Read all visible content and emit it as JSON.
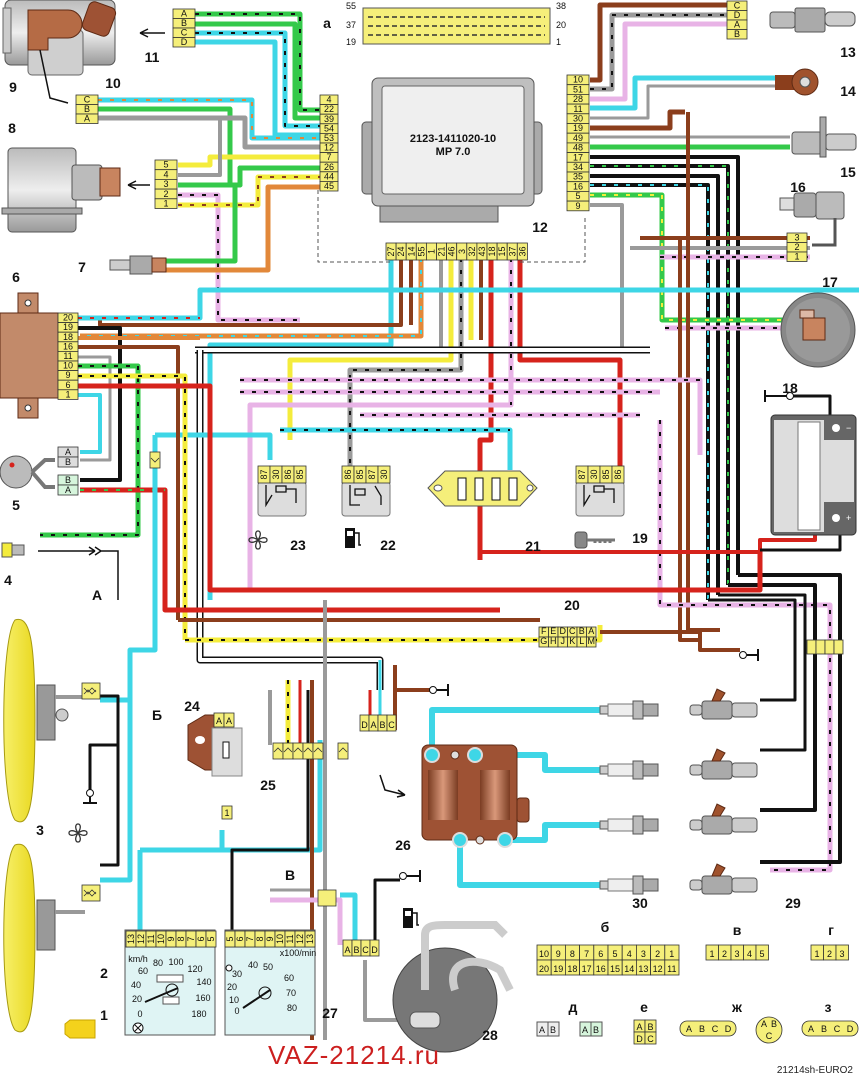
{
  "title": "VAZ-21214 engine management wiring diagram (MP 7.0, EURO2)",
  "watermark": "VAZ-21214.ru",
  "diagram_code": "21214sh-EURO2",
  "ecu": {
    "part_number": "2123-1411020-10",
    "model": "MP 7.0",
    "label": "12",
    "connector_view_label": "а",
    "connector_view_pins": {
      "top_left": "55",
      "top_right": "38",
      "mid_left": "37",
      "mid_right": "20",
      "bot_left": "19",
      "bot_right": "1"
    },
    "left_pins": [
      "4",
      "22",
      "39",
      "54",
      "53",
      "12",
      "7",
      "26",
      "44",
      "45"
    ],
    "bottom_pins": [
      "27",
      "24",
      "14",
      "55",
      "1",
      "21",
      "46",
      "3",
      "32",
      "43",
      "18",
      "15",
      "37",
      "36"
    ],
    "right_pins": [
      "10",
      "51",
      "28",
      "11",
      "30",
      "19",
      "49",
      "48",
      "17",
      "34",
      "35",
      "16",
      "5",
      "9"
    ]
  },
  "components": [
    {
      "id": "1",
      "name": "check engine lamp"
    },
    {
      "id": "2",
      "name": "speedometer"
    },
    {
      "id": "3",
      "name": "radiator fan motors"
    },
    {
      "id": "4",
      "name": "coolant temperature sensor"
    },
    {
      "id": "5",
      "name": "speed sensor"
    },
    {
      "id": "6",
      "name": "immobilizer control unit"
    },
    {
      "id": "7",
      "name": "oxygen sensor"
    },
    {
      "id": "8",
      "name": "mass air flow sensor"
    },
    {
      "id": "9",
      "name": "throttle body"
    },
    {
      "id": "10",
      "name": "throttle position sensor connector"
    },
    {
      "id": "11",
      "name": "idle air control connector"
    },
    {
      "id": "12",
      "name": "ECU"
    },
    {
      "id": "13",
      "name": "oxygen sensor (downstream)"
    },
    {
      "id": "14",
      "name": "knock sensor"
    },
    {
      "id": "15",
      "name": "crankshaft position sensor"
    },
    {
      "id": "16",
      "name": "phase sensor"
    },
    {
      "id": "17",
      "name": "canister purge valve"
    },
    {
      "id": "18",
      "name": "battery"
    },
    {
      "id": "19",
      "name": "main relay"
    },
    {
      "id": "20",
      "name": "diagnostic connector"
    },
    {
      "id": "21",
      "name": "fuse block"
    },
    {
      "id": "22",
      "name": "fuel pump relay"
    },
    {
      "id": "23",
      "name": "fan relay"
    },
    {
      "id": "24",
      "name": "ignition relay / fuse"
    },
    {
      "id": "25",
      "name": "connector block"
    },
    {
      "id": "26",
      "name": "ignition coil"
    },
    {
      "id": "27",
      "name": "tachometer"
    },
    {
      "id": "28",
      "name": "fuel pump module"
    },
    {
      "id": "29",
      "name": "fuel injectors"
    },
    {
      "id": "30",
      "name": "spark plugs"
    }
  ],
  "connectors": {
    "c11": [
      "A",
      "B",
      "C",
      "D"
    ],
    "c10": [
      "C",
      "B",
      "A"
    ],
    "c8": [
      "5",
      "4",
      "3",
      "2",
      "1"
    ],
    "c6": [
      "20",
      "19",
      "18",
      "16",
      "11",
      "10",
      "9",
      "6",
      "1"
    ],
    "c5a": [
      "A",
      "B"
    ],
    "c5b": [
      "B",
      "A"
    ],
    "c13": [
      "C",
      "D",
      "A",
      "B"
    ],
    "c16": [
      "3",
      "2",
      "1"
    ],
    "relay23": [
      "87",
      "30",
      "86",
      "85"
    ],
    "relay22": [
      "86",
      "85",
      "87",
      "30"
    ],
    "relay19": [
      "87",
      "30",
      "85",
      "86"
    ],
    "diag20_top": [
      "F",
      "E",
      "D",
      "C",
      "B",
      "A"
    ],
    "diag20_bot": [
      "G",
      "H",
      "J",
      "K",
      "L",
      "M"
    ],
    "c24": [
      "A",
      "A"
    ],
    "c24_bottom": "1",
    "c26": [
      "D",
      "A",
      "B",
      "C"
    ],
    "c28": [
      "A",
      "B",
      "C",
      "D"
    ],
    "cluster_left_pins": [
      "13",
      "12",
      "11",
      "10",
      "9",
      "8",
      "7",
      "6",
      "5"
    ],
    "cluster_right_pins": [
      "5",
      "6",
      "7",
      "8",
      "9",
      "10",
      "11",
      "12",
      "13"
    ]
  },
  "wire_labels": {
    "A": "А",
    "B": "Б",
    "V": "В"
  },
  "speedometer": {
    "unit": "km/h",
    "ticks": [
      "0",
      "20",
      "40",
      "60",
      "80",
      "100",
      "120",
      "140",
      "160",
      "180"
    ]
  },
  "tachometer": {
    "unit": "x100/min",
    "ticks": [
      "0",
      "10",
      "20",
      "30",
      "40",
      "50",
      "60",
      "70",
      "80"
    ]
  },
  "legend": {
    "b": {
      "label": "б",
      "row1": [
        "10",
        "9",
        "8",
        "7",
        "6",
        "5",
        "4",
        "3",
        "2",
        "1"
      ],
      "row2": [
        "20",
        "19",
        "18",
        "17",
        "16",
        "15",
        "14",
        "13",
        "12",
        "11"
      ]
    },
    "v": {
      "label": "в",
      "pins": [
        "1",
        "2",
        "3",
        "4",
        "5"
      ]
    },
    "g": {
      "label": "г",
      "pins": [
        "1",
        "2",
        "3"
      ]
    },
    "d": {
      "label": "д",
      "pins": [
        "A",
        "B"
      ]
    },
    "e": {
      "label": "е",
      "pins": [
        "A",
        "B",
        "D",
        "C"
      ]
    },
    "zh": {
      "label": "ж",
      "pins": [
        "A",
        "B",
        "C",
        "D"
      ],
      "round": [
        "A",
        "B",
        "C"
      ]
    },
    "z": {
      "label": "з",
      "pins": [
        "A",
        "B",
        "C",
        "D"
      ]
    }
  },
  "colors": {
    "cyan": "#3ed6e6",
    "green": "#34c94a",
    "yellow": "#f4ec3c",
    "brown": "#8b3e1c",
    "orange": "#e2883a",
    "pink": "#e8b3e6",
    "red": "#d6231c",
    "grey": "#9a9a9a",
    "black": "#111111",
    "watermark": "#cc1f1f"
  }
}
